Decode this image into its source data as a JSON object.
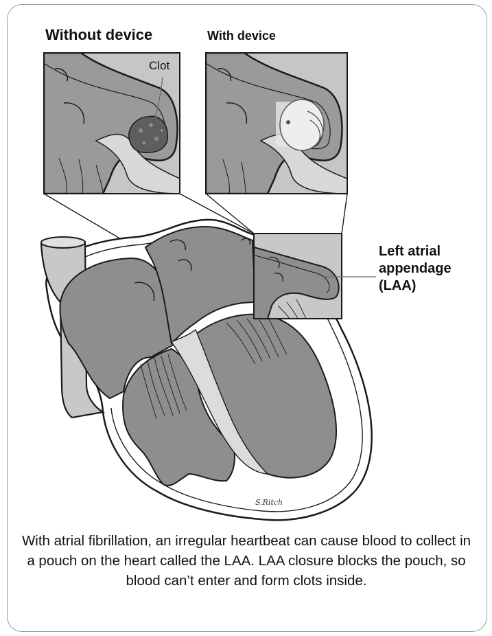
{
  "panels": {
    "without_title": "Without device",
    "with_title": "With device",
    "clot_label": "Clot"
  },
  "callout": {
    "line1": "Left atrial",
    "line2": "appendage",
    "line3": "(LAA)"
  },
  "signature": "S.Ritch",
  "caption": "With atrial fibrillation, an irregular heartbeat can cause blood to collect in a pouch on the heart called the LAA. LAA closure blocks the pouch, so blood can’t enter and form clots inside.",
  "colors": {
    "tissue": "#8e8e8e",
    "chamber": "#c9c9c9",
    "outline": "#1a1a1a",
    "frame": "#9a9a9a"
  }
}
